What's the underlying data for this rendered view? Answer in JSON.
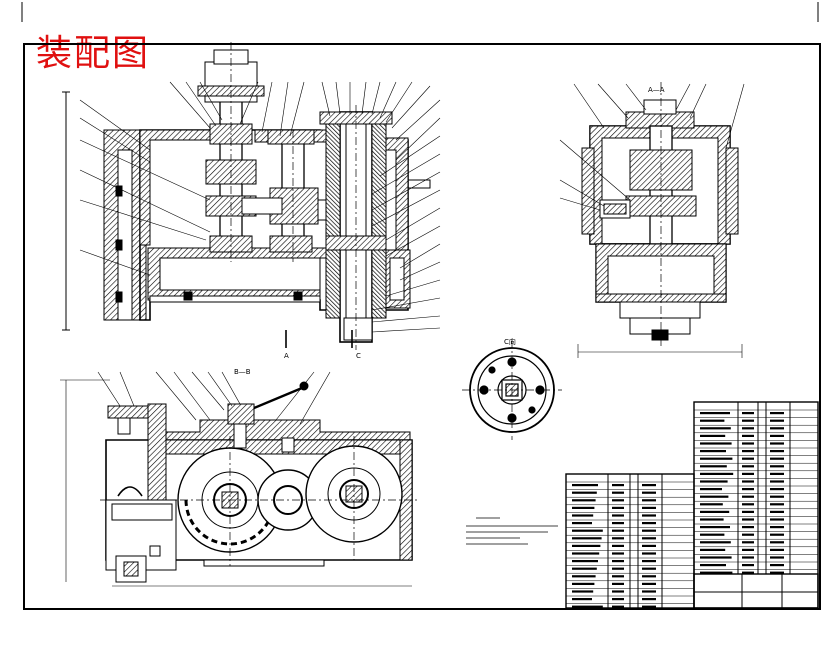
{
  "title": "装配图",
  "views": {
    "aa_label": "A—A",
    "bb_label": "B—B",
    "c_view_label": "C向",
    "section_mark_a": "A",
    "section_mark_c": "C"
  },
  "colors": {
    "title": "#e01010",
    "line": "#000000",
    "paper": "#ffffff"
  }
}
